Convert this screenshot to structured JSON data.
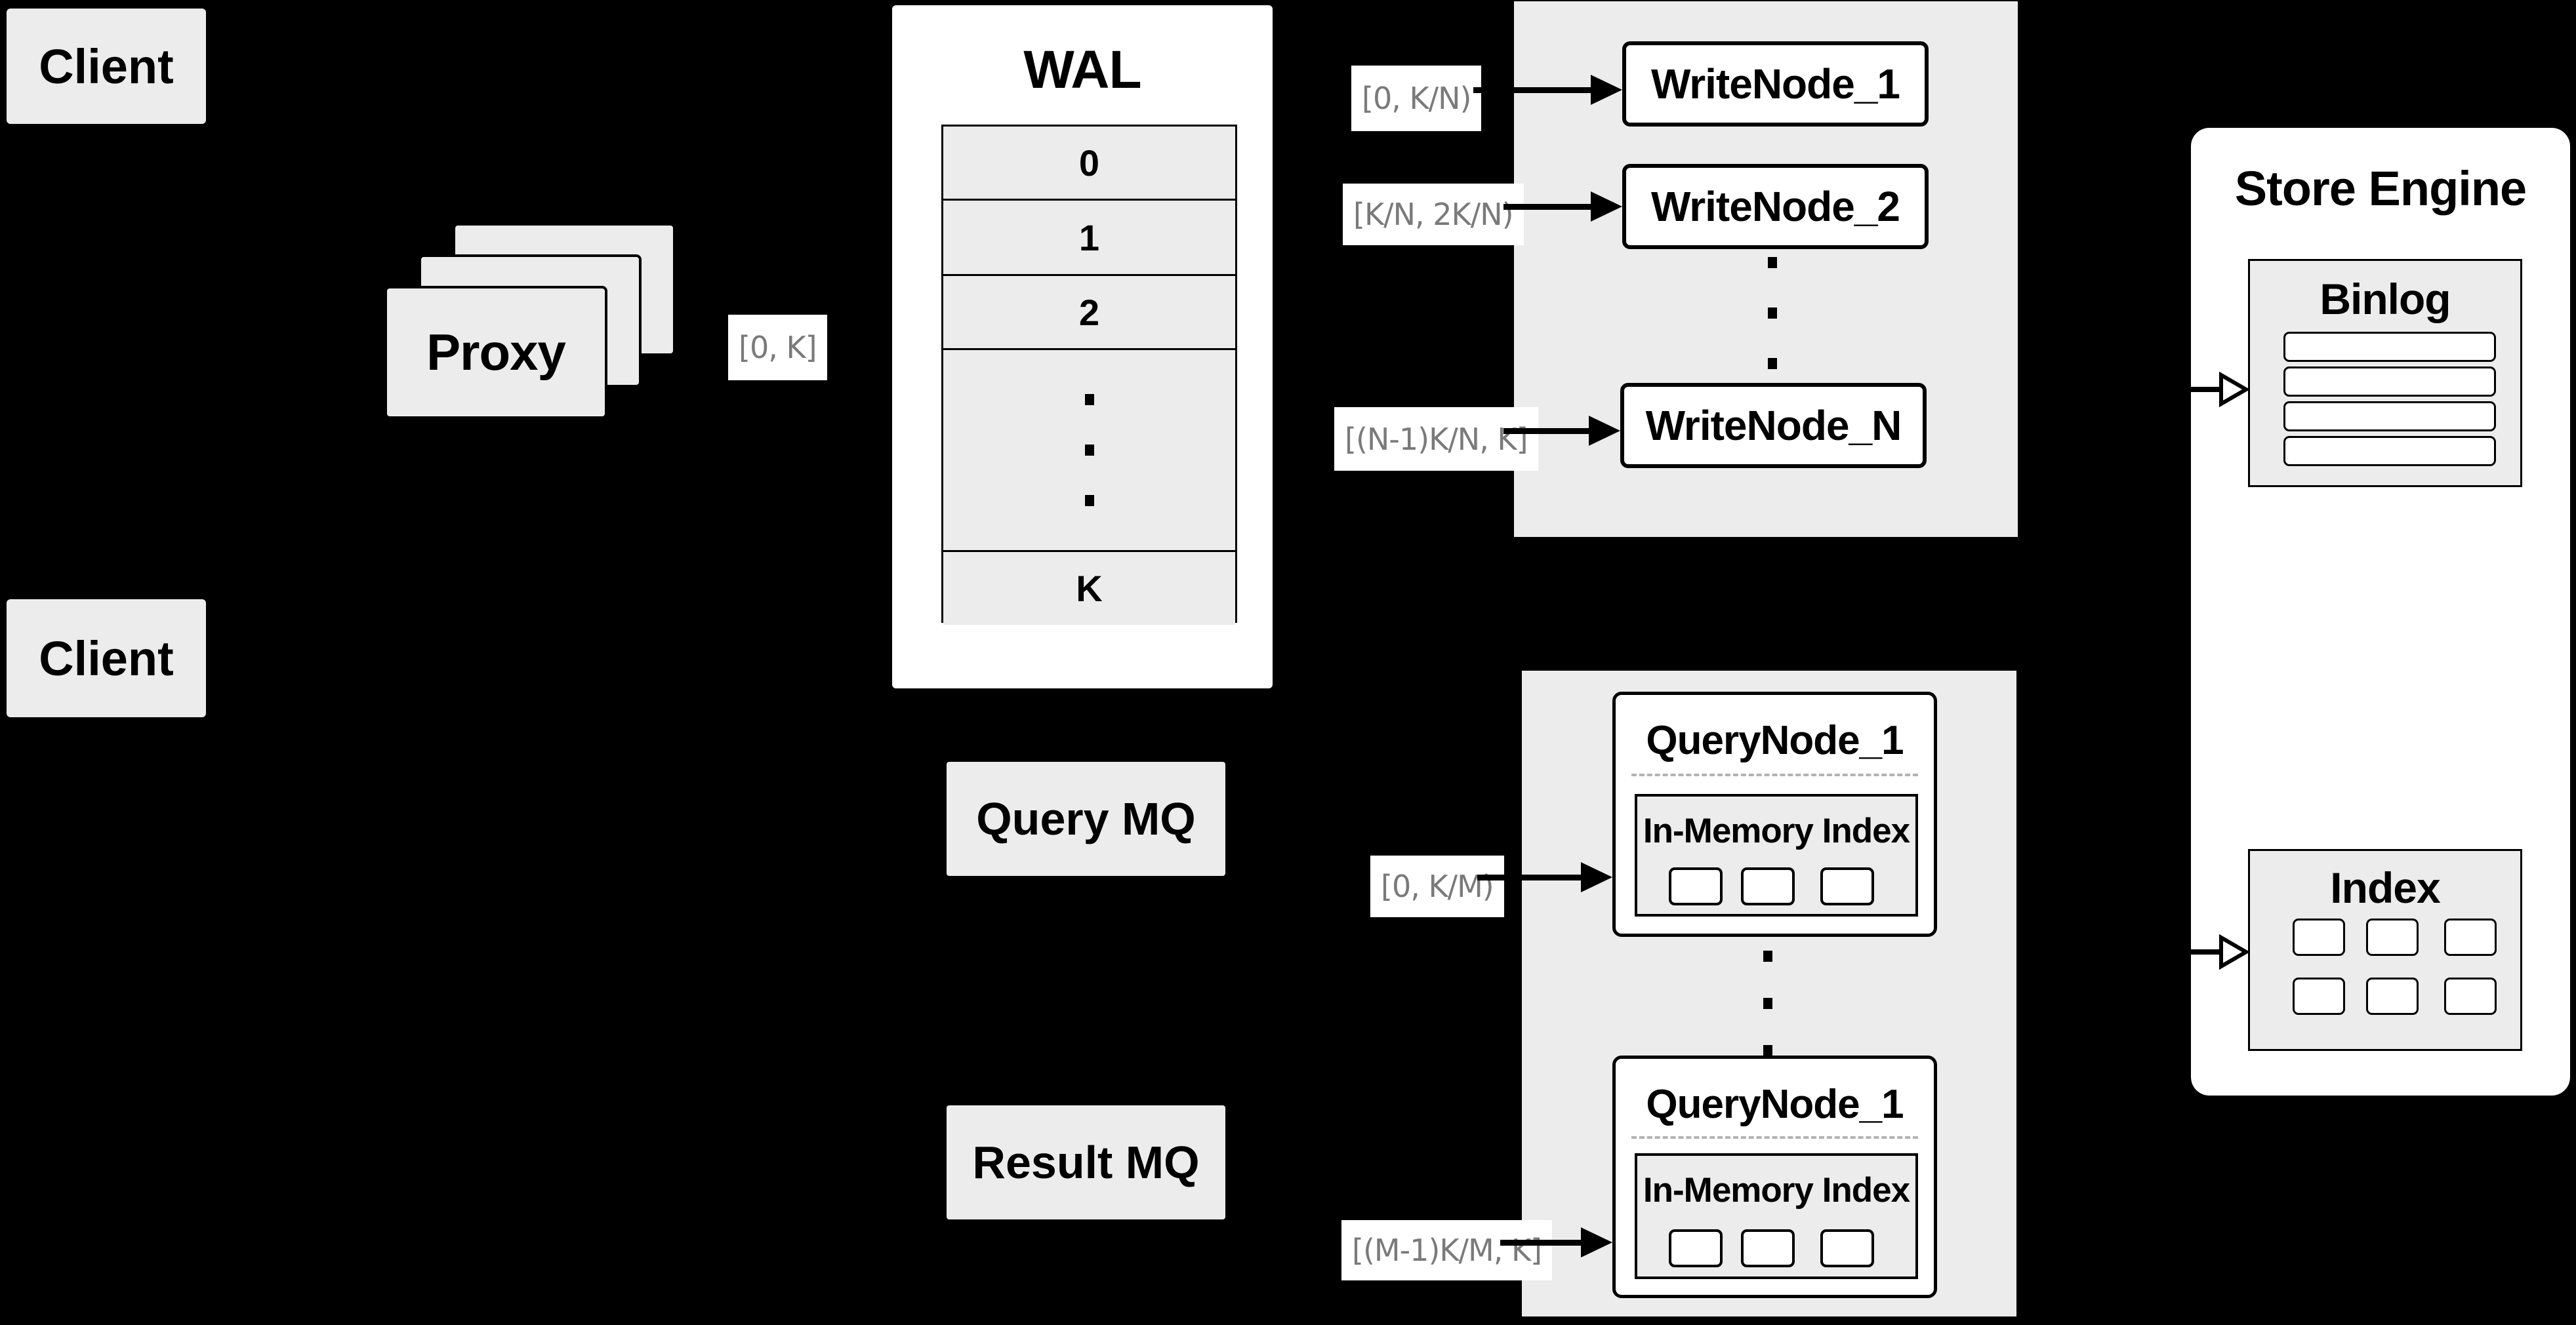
{
  "colors": {
    "background": "#000000",
    "panel_gray": "#ececec",
    "box_white": "#ffffff",
    "border_black": "#000000",
    "range_label_text": "#7a7a7a",
    "dashed_divider": "#b3b3b3"
  },
  "clients": [
    {
      "label": "Client"
    },
    {
      "label": "Client"
    }
  ],
  "proxy": {
    "label": "Proxy",
    "range_label": "[0, K]"
  },
  "wal": {
    "title": "WAL",
    "rows": [
      "0",
      "1",
      "2",
      "K"
    ]
  },
  "write_group": {
    "labels": [
      "[0, K/N)",
      "[K/N, 2K/N)",
      "[(N-1)K/N, K]"
    ],
    "nodes": [
      "WriteNode_1",
      "WriteNode_2",
      "WriteNode_N"
    ]
  },
  "mq": {
    "query_label": "Query MQ",
    "result_label": "Result MQ"
  },
  "query_group": {
    "labels": [
      "[0, K/M)",
      "[(M-1)K/M, K]"
    ],
    "nodes": [
      {
        "title": "QueryNode_1",
        "inner_title": "In-Memory Index"
      },
      {
        "title": "QueryNode_1",
        "inner_title": "In-Memory Index"
      }
    ]
  },
  "store_engine": {
    "title": "Store Engine",
    "binlog": {
      "title": "Binlog"
    },
    "index": {
      "title": "Index"
    }
  }
}
